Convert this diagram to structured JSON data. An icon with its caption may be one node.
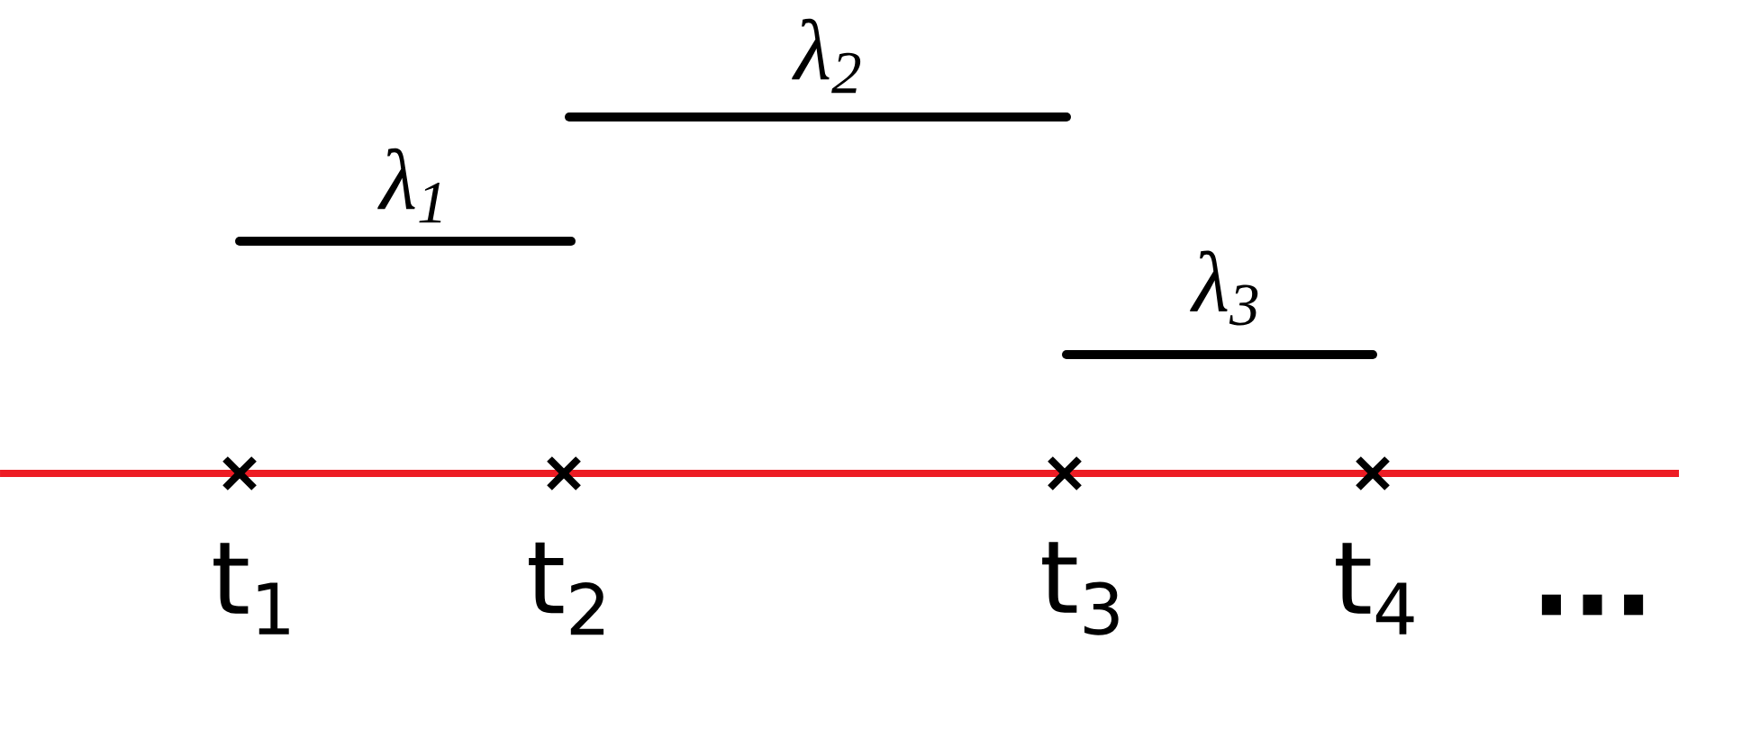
{
  "diagram": {
    "nodes": [
      {
        "text": [
          "λ$_{1}$"
        ]
      },
      {
        "text": [
          "λ$_{2}$"
        ]
      },
      {
        "text": [
          "λ$_{3}$"
        ]
      }
    ],
    "labels": [
      "t$_{1}$",
      "t$_{2}$",
      "t$_{3}$",
      "t$_{4}$",
      "..."
    ]
  }
}
